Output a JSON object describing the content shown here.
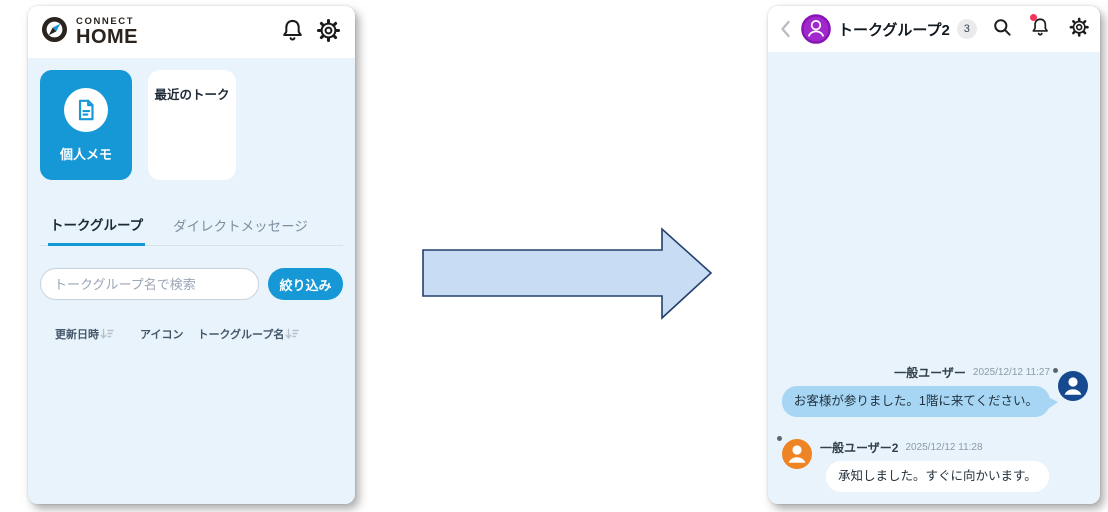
{
  "left_screen": {
    "header": {
      "brand_top": "CONNECT",
      "brand_bottom": "HOME",
      "icons": [
        "bell-icon",
        "gear-icon"
      ]
    },
    "shortcuts": {
      "memo_card_label": "個人メモ",
      "memo_card_icon": "document-icon",
      "recent_card_label": "最近のトーク"
    },
    "tabs": [
      {
        "label": "トークグループ",
        "active": true
      },
      {
        "label": "ダイレクトメッセージ",
        "active": false
      }
    ],
    "search": {
      "placeholder": "トークグループ名で検索",
      "button_label": "絞り込み"
    },
    "table": {
      "columns": [
        {
          "label": "更新日時",
          "sortable": true
        },
        {
          "label": "アイコン",
          "sortable": false
        },
        {
          "label": "トークグループ名",
          "sortable": true
        }
      ]
    }
  },
  "arrow": {
    "direction": "right"
  },
  "right_screen": {
    "header": {
      "title": "トークグループ2",
      "badge_count": "3",
      "icons": [
        "search-icon",
        "bell-icon",
        "gear-icon"
      ],
      "bell_has_notification": true
    },
    "messages": [
      {
        "sender": "一般ユーザー",
        "timestamp": "2025/12/12 11:27",
        "text": "お客様が参りました。1階に来てください。",
        "align": "right",
        "avatar_color": "#17498F",
        "bubble_color": "#A6D6F3"
      },
      {
        "sender": "一般ユーザー2",
        "timestamp": "2025/12/12 11:28",
        "text": "承知しました。すぐに向かいます。",
        "align": "left",
        "avatar_color": "#EE8424",
        "bubble_color": "#FFFFFF"
      }
    ]
  },
  "colors": {
    "accent_blue": "#1697D6",
    "screen_bg": "#E8F3FB",
    "bubble_blue": "#A6D6F3",
    "avatar_purple": "#A228CD",
    "avatar_purple_ring": "#8616B4",
    "notification_red": "#F5335A",
    "arrow_fill": "#C8DCF3",
    "arrow_stroke": "#24406E",
    "logo_dark": "#2A231E"
  }
}
